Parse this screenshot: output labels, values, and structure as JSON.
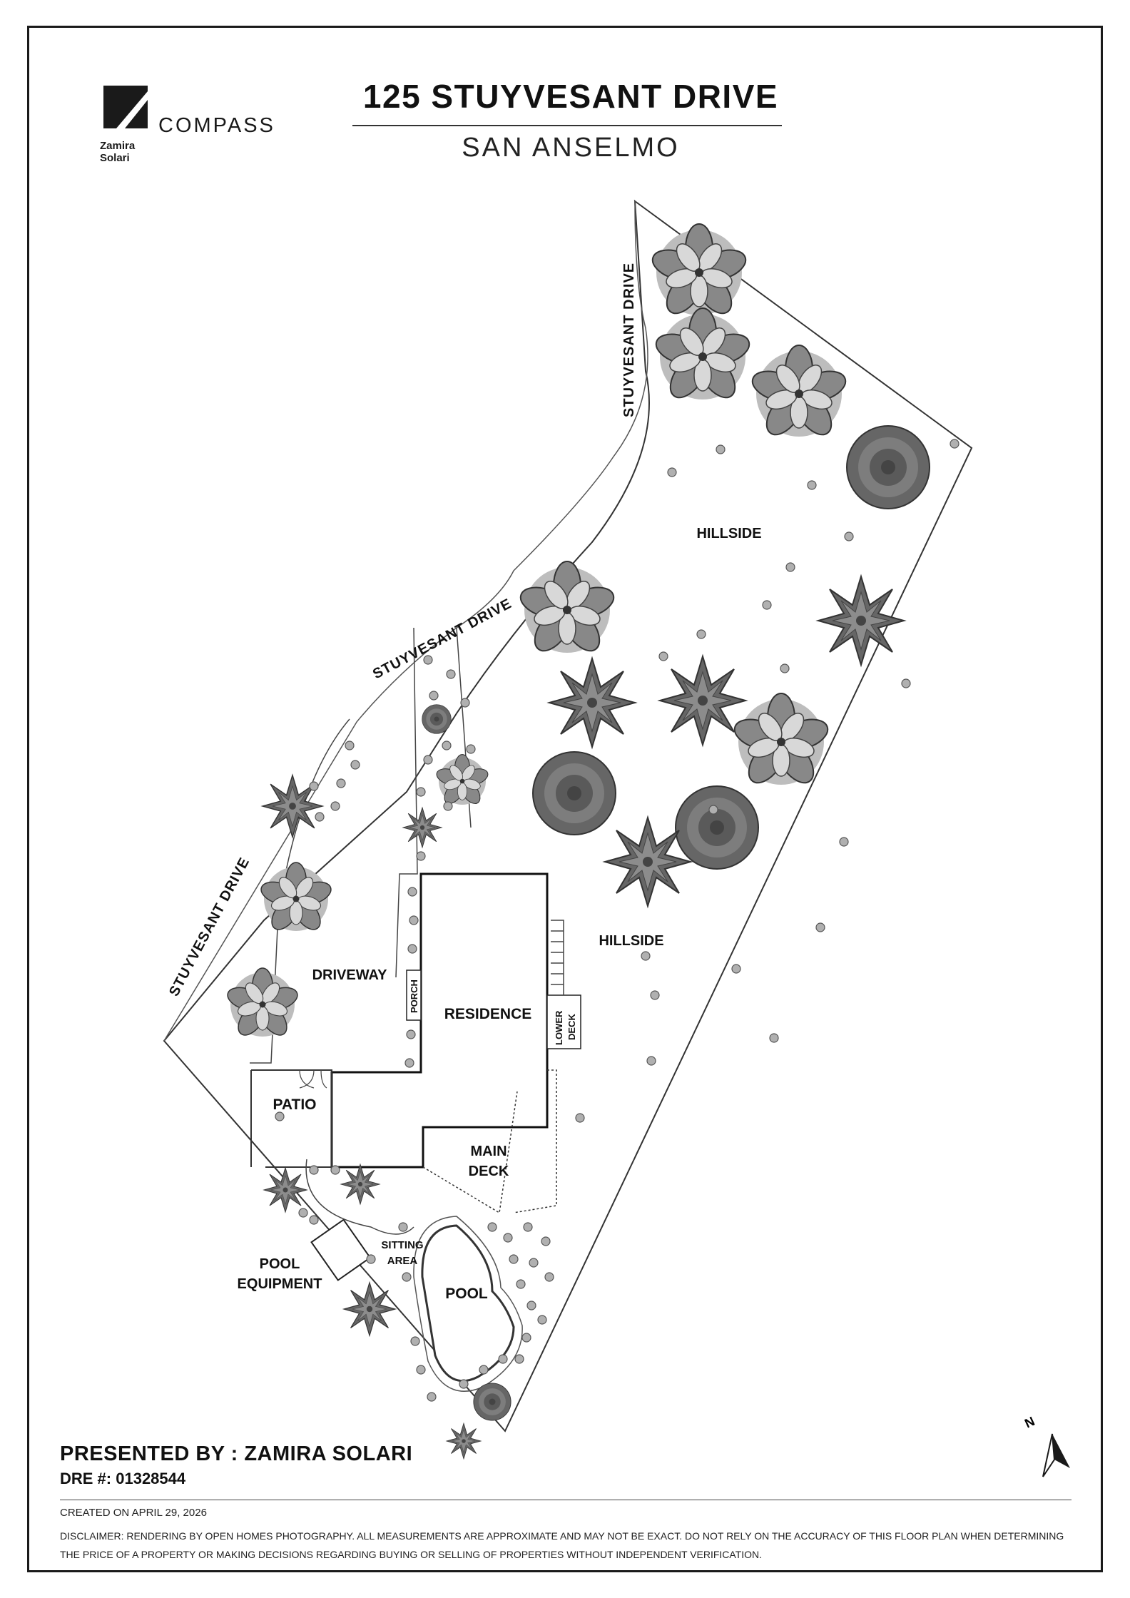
{
  "header": {
    "brand": "COMPASS",
    "agent_line1": "Zamira",
    "agent_line2": "Solari",
    "title": "125 STUYVESANT DRIVE",
    "subtitle": "SAN ANSELMO"
  },
  "labels": {
    "street_top": "STUYVESANT DRIVE",
    "street_mid": "STUYVESANT DRIVE",
    "street_left": "STUYVESANT DRIVE",
    "hillside_upper": "HILLSIDE",
    "hillside_lower": "HILLSIDE",
    "driveway": "DRIVEWAY",
    "residence": "RESIDENCE",
    "porch": "PORCH",
    "lower_deck_1": "LOWER",
    "lower_deck_2": "DECK",
    "patio": "PATIO",
    "main_deck_1": "MAIN",
    "main_deck_2": "DECK",
    "sitting_1": "SITTING",
    "sitting_2": "AREA",
    "pool": "POOL",
    "pool_equipment_1": "POOL",
    "pool_equipment_2": "EQUIPMENT",
    "north": "N"
  },
  "footer": {
    "presented": "PRESENTED BY : ZAMIRA SOLARI",
    "dre": "DRE #: 01328544",
    "created": "CREATED ON APRIL 29, 2026",
    "disclaimer": "DISCLAIMER: RENDERING BY OPEN HOMES PHOTOGRAPHY. ALL MEASUREMENTS ARE APPROXIMATE AND MAY NOT BE EXACT. DO NOT RELY ON THE ACCURACY OF THIS FLOOR PLAN WHEN DETERMINING THE PRICE OF A PROPERTY OR MAKING DECISIONS REGARDING BUYING OR SELLING OF PROPERTIES WITHOUT INDEPENDENT VERIFICATION."
  },
  "colors": {
    "tree_dark": "#555555",
    "tree_mid": "#7a7a7a",
    "tree_light": "#b5b5b5",
    "line": "#222222"
  }
}
